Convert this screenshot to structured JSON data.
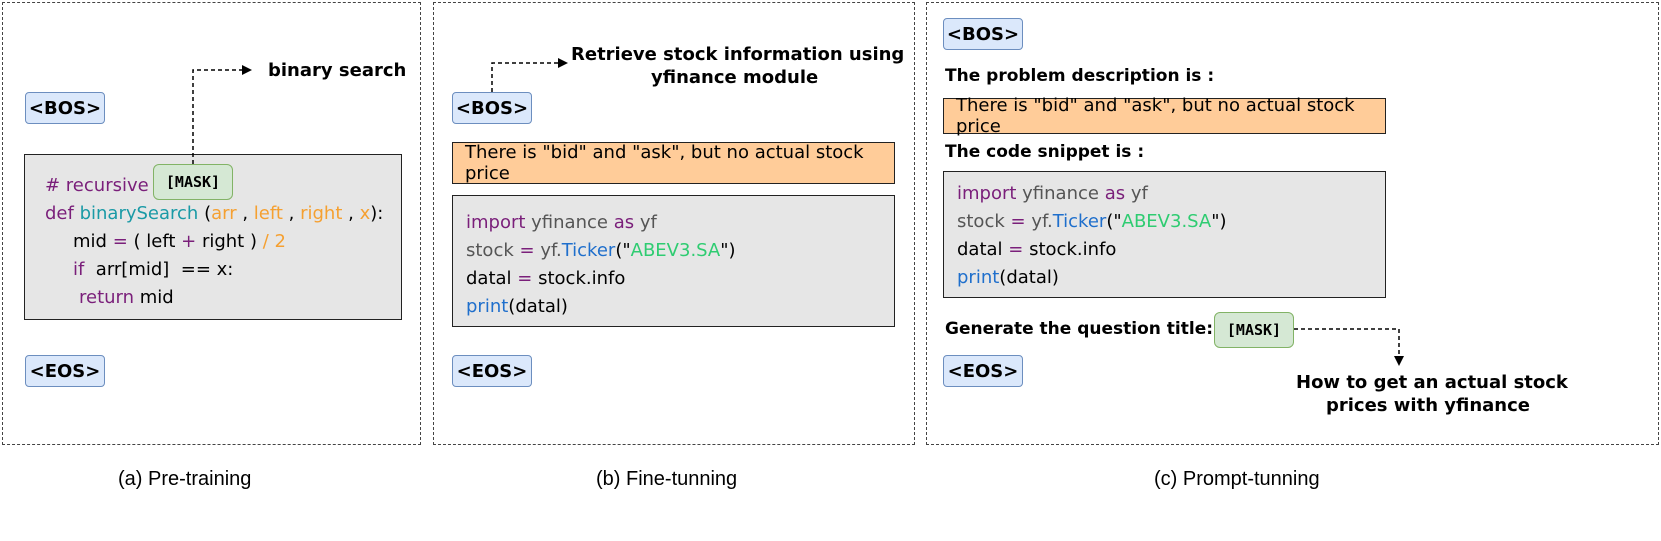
{
  "tokens": {
    "bos": "<BOS>",
    "eos": "<EOS>",
    "mask": "[MASK]"
  },
  "panel_a": {
    "caption": "(a) Pre-training",
    "target": "binary search",
    "code": {
      "comment": "# recursive",
      "l2_kw": "def",
      "l2_fn": "binarySearch",
      "l2_open": " (",
      "l2_a1": "arr",
      "l2_c1": " , ",
      "l2_a2": "left",
      "l2_c2": " , ",
      "l2_a3": "right",
      "l2_c3": " , ",
      "l2_a4": "x",
      "l2_close": "):",
      "l3_a": "mid ",
      "l3_eq": "=",
      "l3_b": " ( left ",
      "l3_plus": "+",
      "l3_c": " right ) ",
      "l3_div": "/ 2",
      "l4_kw": "if",
      "l4_rest": "  arr[mid]  == x:",
      "l5_kw": "return",
      "l5_rest": " mid"
    }
  },
  "panel_b": {
    "caption": "(b) Fine-tunning",
    "target_line1": "Retrieve stock information using",
    "target_line2": "yfinance module",
    "description": "There is \"bid\" and \"ask\", but no actual stock price"
  },
  "panel_c": {
    "caption": "(c) Prompt-tunning",
    "problem_label": "The problem description is :",
    "description": "There is \"bid\" and \"ask\", but no actual stock price",
    "code_label": "The code snippet is :",
    "generate_label": "Generate the question title:",
    "target_line1": "How to get an actual stock",
    "target_line2": "prices with yfinance"
  },
  "shared_code": {
    "l1_kw1": "import",
    "l1_mod": " yfinance ",
    "l1_kw2": "as",
    "l1_alias": " yf",
    "l2_a": "stock ",
    "l2_eq": "=",
    "l2_b": " yf.",
    "l2_call": "Ticker",
    "l2_open": "(\"",
    "l2_str": "ABEV3.SA",
    "l2_close": "\")",
    "l3_a": "datal ",
    "l3_eq": "=",
    "l3_b": " stock.info",
    "l4_call": "print",
    "l4_rest": "(datal)"
  }
}
